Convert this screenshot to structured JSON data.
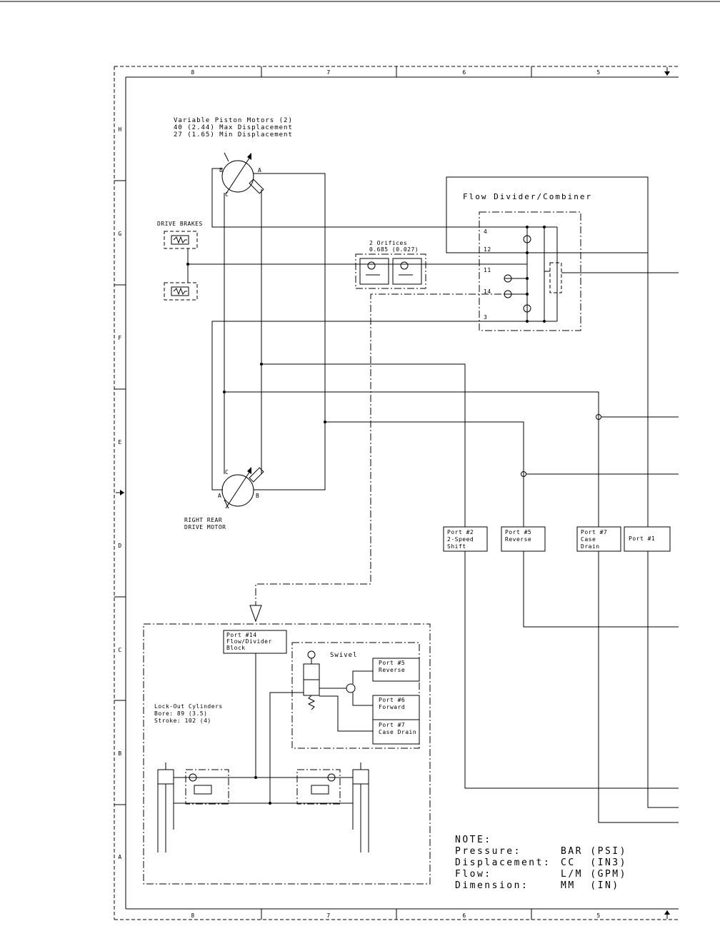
{
  "zones": {
    "columns": [
      "8",
      "7",
      "6",
      "5"
    ],
    "rows": [
      "H",
      "G",
      "F",
      "E",
      "D",
      "C",
      "B",
      "A"
    ]
  },
  "motors_label": [
    "Variable Piston Motors (2)",
    "40 (2.44) Max Displacement",
    "27 (1.65) Min Displacement"
  ],
  "top_motor_ports": {
    "b": "B",
    "a": "A",
    "c": "C"
  },
  "bottom_motor_ports": {
    "c": "C",
    "a": "A",
    "b": "B"
  },
  "right_rear_label": [
    "RIGHT REAR",
    "DRIVE MOTOR"
  ],
  "drive_brakes_label": "DRIVE BRAKES",
  "orifices_label": [
    "2 Orifices",
    "0.685 (0.027)"
  ],
  "flow_divider": {
    "title": "Flow Divider/Combiner",
    "ports": [
      "4",
      "12",
      "11",
      "14",
      "3"
    ]
  },
  "port_boxes": [
    {
      "lines": [
        "Port #2",
        "2-Speed",
        "Shift"
      ]
    },
    {
      "lines": [
        "Port #5",
        "Reverse"
      ]
    },
    {
      "lines": [
        "Port #7",
        "Case",
        "Drain"
      ]
    },
    {
      "lines": [
        "Port #1"
      ]
    }
  ],
  "port14_box": [
    "Port #14",
    "Flow/Divider",
    "Block"
  ],
  "swivel": {
    "title": "Swivel",
    "ports": [
      [
        "Port #5",
        "Reverse"
      ],
      [
        "Port #6",
        "Forward"
      ],
      [
        "Port #7",
        "Case Drain"
      ]
    ]
  },
  "lockout_label": [
    "Lock-Out Cylinders",
    "Bore: 89 (3.5)",
    "Stroke: 102 (4)"
  ],
  "note": {
    "heading": "NOTE:",
    "rows": [
      {
        "label": "Pressure:",
        "unit": "BAR (PSI)"
      },
      {
        "label": "Displacement:",
        "unit": "CC  (IN3)"
      },
      {
        "label": "Flow:",
        "unit": "L/M (GPM)"
      },
      {
        "label": "Dimension:",
        "unit": "MM  (IN)"
      }
    ]
  }
}
